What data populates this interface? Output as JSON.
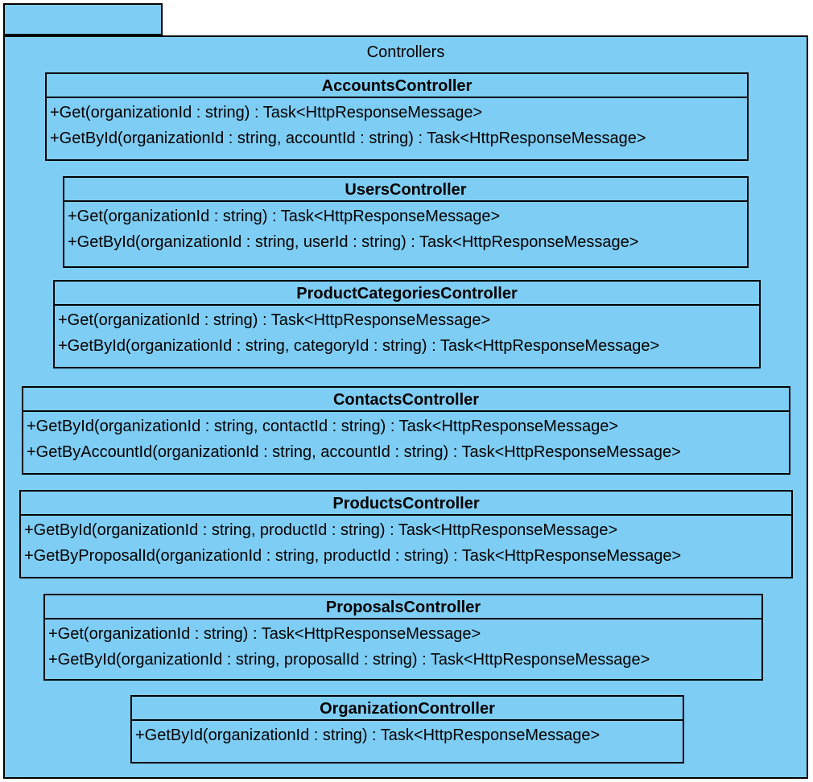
{
  "package": {
    "name": "Controllers"
  },
  "classes": [
    {
      "name": "AccountsController",
      "operations": [
        "+Get(organizationId : string) : Task<HttpResponseMessage>",
        "+GetById(organizationId : string, accountId : string) : Task<HttpResponseMessage>"
      ]
    },
    {
      "name": "UsersController",
      "operations": [
        "+Get(organizationId : string) : Task<HttpResponseMessage>",
        "+GetById(organizationId : string, userId : string) : Task<HttpResponseMessage>"
      ]
    },
    {
      "name": "ProductCategoriesController",
      "operations": [
        "+Get(organizationId : string) : Task<HttpResponseMessage>",
        "+GetById(organizationId : string, categoryId : string) : Task<HttpResponseMessage>"
      ]
    },
    {
      "name": "ContactsController",
      "operations": [
        "+GetById(organizationId : string, contactId : string) : Task<HttpResponseMessage>",
        "+GetByAccountId(organizationId : string, accountId : string) : Task<HttpResponseMessage>"
      ]
    },
    {
      "name": "ProductsController",
      "operations": [
        "+GetById(organizationId : string, productId : string) : Task<HttpResponseMessage>",
        "+GetByProposalId(organizationId : string, productId : string) : Task<HttpResponseMessage>"
      ]
    },
    {
      "name": "ProposalsController",
      "operations": [
        "+Get(organizationId : string) : Task<HttpResponseMessage>",
        "+GetById(organizationId : string, proposalId : string) : Task<HttpResponseMessage>"
      ]
    },
    {
      "name": "OrganizationController",
      "operations": [
        "+GetById(organizationId : string) : Task<HttpResponseMessage>"
      ]
    }
  ]
}
